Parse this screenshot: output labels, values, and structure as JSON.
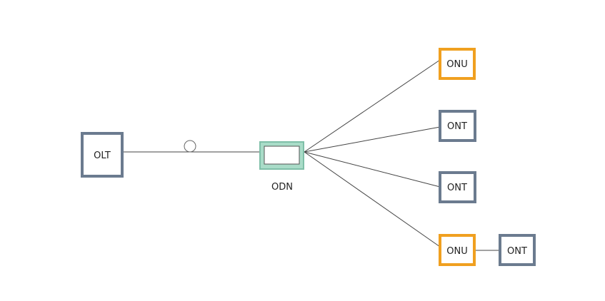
{
  "colors": {
    "olt_ont_border": "#6b7b8f",
    "onu_border": "#f0a020",
    "odn_border": "#7fbfa8",
    "odn_fill": "#a9dcc8",
    "line": "#444444"
  },
  "nodes": {
    "olt": {
      "label": "OLT"
    },
    "odn": {
      "label": "ODN"
    },
    "onu_top": {
      "label": "ONU"
    },
    "ont_2": {
      "label": "ONT"
    },
    "ont_3": {
      "label": "ONT"
    },
    "onu_bottom": {
      "label": "ONU"
    },
    "ont_end": {
      "label": "ONT"
    }
  },
  "connections": [
    {
      "from": "OLT",
      "to": "ODN"
    },
    {
      "from": "ODN",
      "to": "ONU"
    },
    {
      "from": "ODN",
      "to": "ONT"
    },
    {
      "from": "ODN",
      "to": "ONT"
    },
    {
      "from": "ODN",
      "to": "ONU"
    },
    {
      "from": "ONU",
      "to": "ONT"
    }
  ]
}
